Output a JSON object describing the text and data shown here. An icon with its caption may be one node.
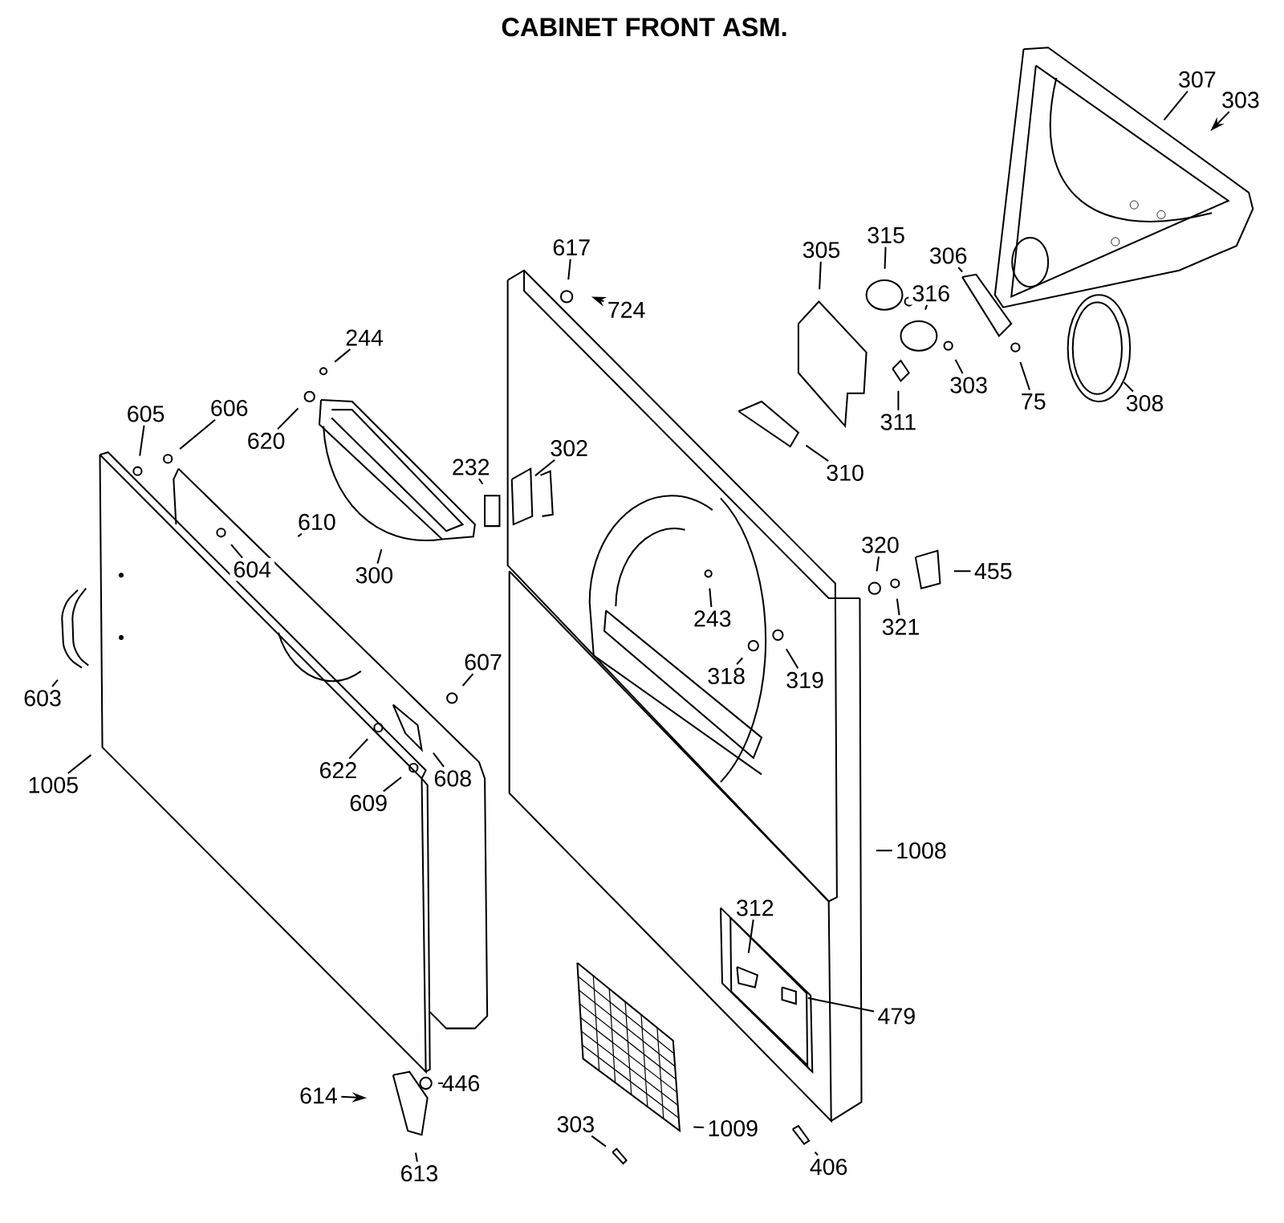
{
  "diagram": {
    "title": "CABINET FRONT ASM.",
    "nodes": [
      {
        "text": [
          "307"
        ]
      },
      {
        "text": [
          "303"
        ]
      },
      {
        "text": [
          "315"
        ]
      },
      {
        "text": [
          "305"
        ]
      },
      {
        "text": [
          "306"
        ]
      },
      {
        "text": [
          "316"
        ]
      },
      {
        "text": [
          "617"
        ]
      },
      {
        "text": [
          "724"
        ]
      },
      {
        "text": [
          "303"
        ]
      },
      {
        "text": [
          "75"
        ]
      },
      {
        "text": [
          "308"
        ]
      },
      {
        "text": [
          "244"
        ]
      },
      {
        "text": [
          "605"
        ]
      },
      {
        "text": [
          "606"
        ]
      },
      {
        "text": [
          "311"
        ]
      },
      {
        "text": [
          "620"
        ]
      },
      {
        "text": [
          "310"
        ]
      },
      {
        "text": [
          "232"
        ]
      },
      {
        "text": [
          "302"
        ]
      },
      {
        "text": [
          "610"
        ]
      },
      {
        "text": [
          "320"
        ]
      },
      {
        "text": [
          "455"
        ]
      },
      {
        "text": [
          "604"
        ]
      },
      {
        "text": [
          "300"
        ]
      },
      {
        "text": [
          "243"
        ]
      },
      {
        "text": [
          "321"
        ]
      },
      {
        "text": [
          "607"
        ]
      },
      {
        "text": [
          "318"
        ]
      },
      {
        "text": [
          "319"
        ]
      },
      {
        "text": [
          "603"
        ]
      },
      {
        "text": [
          "622"
        ]
      },
      {
        "text": [
          "608"
        ]
      },
      {
        "text": [
          "1005"
        ]
      },
      {
        "text": [
          "609"
        ]
      },
      {
        "text": [
          "1008"
        ]
      },
      {
        "text": [
          "312"
        ]
      },
      {
        "text": [
          "479"
        ]
      },
      {
        "text": [
          "446"
        ]
      },
      {
        "text": [
          "614"
        ]
      },
      {
        "text": [
          "303"
        ]
      },
      {
        "text": [
          "1009"
        ]
      },
      {
        "text": [
          "406"
        ]
      },
      {
        "text": [
          "613"
        ]
      }
    ],
    "edges": [
      {
        "from": 0,
        "to": null,
        "arrow": "none"
      },
      {
        "from": 1,
        "to": null,
        "arrow": "to"
      },
      {
        "from": 2,
        "to": null,
        "arrow": "none"
      },
      {
        "from": 3,
        "to": null,
        "arrow": "none"
      },
      {
        "from": 4,
        "to": null,
        "arrow": "none"
      },
      {
        "from": 5,
        "to": null,
        "arrow": "none"
      },
      {
        "from": 6,
        "to": null,
        "arrow": "none"
      },
      {
        "from": 7,
        "to": null,
        "arrow": "to"
      },
      {
        "from": 8,
        "to": null,
        "arrow": "none"
      },
      {
        "from": 9,
        "to": null,
        "arrow": "none"
      },
      {
        "from": 10,
        "to": null,
        "arrow": "none"
      },
      {
        "from": 11,
        "to": null,
        "arrow": "none"
      },
      {
        "from": 12,
        "to": null,
        "arrow": "none"
      },
      {
        "from": 13,
        "to": null,
        "arrow": "none"
      },
      {
        "from": 14,
        "to": null,
        "arrow": "none"
      },
      {
        "from": 15,
        "to": null,
        "arrow": "none"
      },
      {
        "from": 16,
        "to": null,
        "arrow": "none"
      },
      {
        "from": 17,
        "to": null,
        "arrow": "none"
      },
      {
        "from": 18,
        "to": null,
        "arrow": "none"
      },
      {
        "from": 19,
        "to": null,
        "arrow": "none"
      },
      {
        "from": 20,
        "to": null,
        "arrow": "none"
      },
      {
        "from": 21,
        "to": null,
        "arrow": "none"
      },
      {
        "from": 22,
        "to": null,
        "arrow": "none"
      },
      {
        "from": 23,
        "to": null,
        "arrow": "none"
      },
      {
        "from": 24,
        "to": null,
        "arrow": "none"
      },
      {
        "from": 25,
        "to": null,
        "arrow": "none"
      },
      {
        "from": 26,
        "to": null,
        "arrow": "none"
      },
      {
        "from": 27,
        "to": null,
        "arrow": "none"
      },
      {
        "from": 28,
        "to": null,
        "arrow": "none"
      },
      {
        "from": 29,
        "to": null,
        "arrow": "none"
      },
      {
        "from": 30,
        "to": null,
        "arrow": "none"
      },
      {
        "from": 31,
        "to": null,
        "arrow": "none"
      },
      {
        "from": 32,
        "to": null,
        "arrow": "none"
      },
      {
        "from": 33,
        "to": null,
        "arrow": "none"
      },
      {
        "from": 34,
        "to": null,
        "arrow": "none"
      },
      {
        "from": 35,
        "to": null,
        "arrow": "none"
      },
      {
        "from": 36,
        "to": null,
        "arrow": "none"
      },
      {
        "from": 37,
        "to": null,
        "arrow": "none"
      },
      {
        "from": 38,
        "to": null,
        "arrow": "to"
      },
      {
        "from": 39,
        "to": null,
        "arrow": "none"
      },
      {
        "from": 40,
        "to": null,
        "arrow": "none"
      },
      {
        "from": 41,
        "to": null,
        "arrow": "none"
      },
      {
        "from": 42,
        "to": null,
        "arrow": "none"
      }
    ]
  }
}
